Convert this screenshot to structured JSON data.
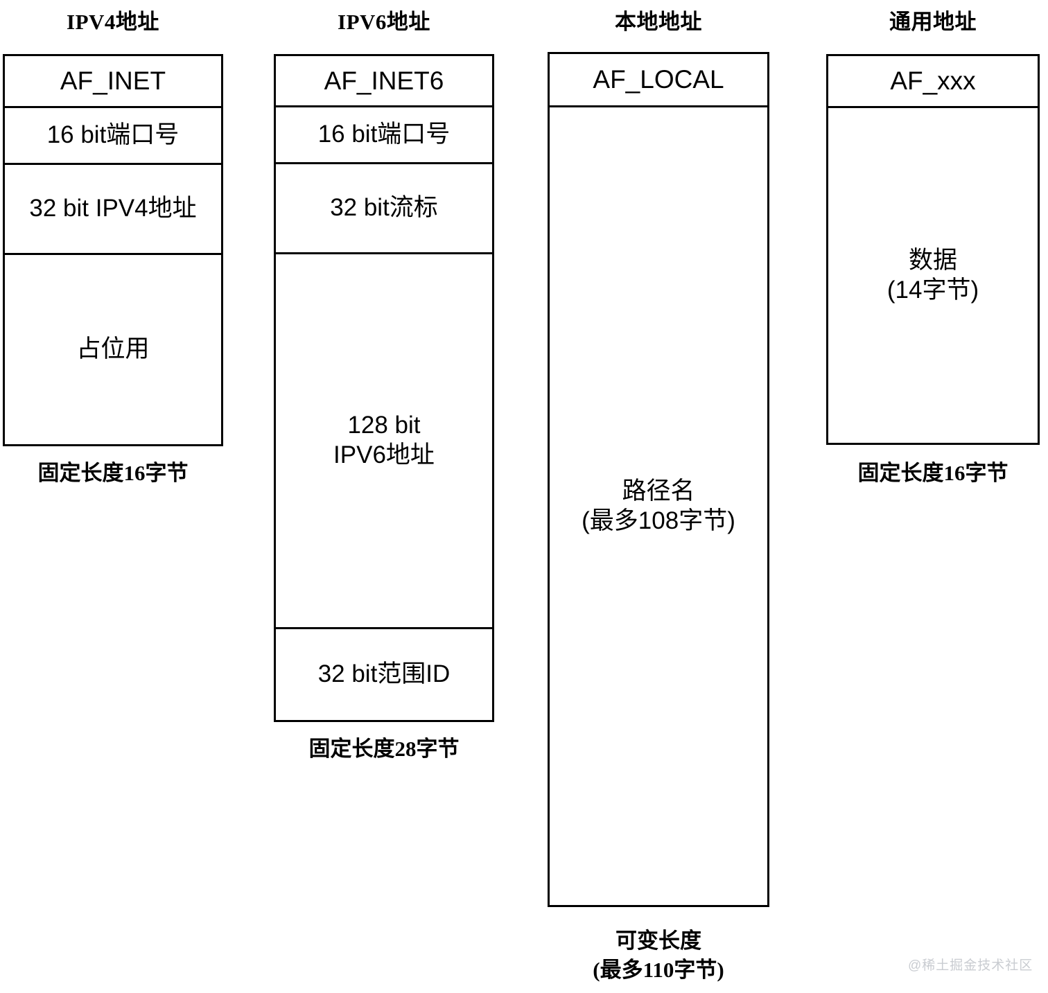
{
  "diagram": {
    "title_font_note": "socket address structures",
    "columns": [
      {
        "header": "IPV4地址",
        "caption": "固定长度16字节",
        "fields": [
          {
            "label": "AF_INET"
          },
          {
            "label": "16 bit端口号"
          },
          {
            "label": "32 bit IPV4地址"
          },
          {
            "label": "占位用"
          }
        ]
      },
      {
        "header": "IPV6地址",
        "caption": "固定长度28字节",
        "fields": [
          {
            "label": "AF_INET6"
          },
          {
            "label": "16 bit端口号"
          },
          {
            "label": "32 bit流标"
          },
          {
            "label": "128 bit\nIPV6地址"
          },
          {
            "label": "32 bit范围ID"
          }
        ]
      },
      {
        "header": "本地地址",
        "caption": "可变长度\n(最多110字节)",
        "fields": [
          {
            "label": "AF_LOCAL"
          },
          {
            "label": "路径名\n(最多108字节)"
          }
        ]
      },
      {
        "header": "通用地址",
        "caption": "固定长度16字节",
        "fields": [
          {
            "label": "AF_xxx"
          },
          {
            "label": "数据\n(14字节)"
          }
        ]
      }
    ],
    "watermark": "@稀土掘金技术社区"
  },
  "colors": {
    "stroke": "#000000",
    "background": "#ffffff",
    "watermark": "#c9ccd1"
  }
}
